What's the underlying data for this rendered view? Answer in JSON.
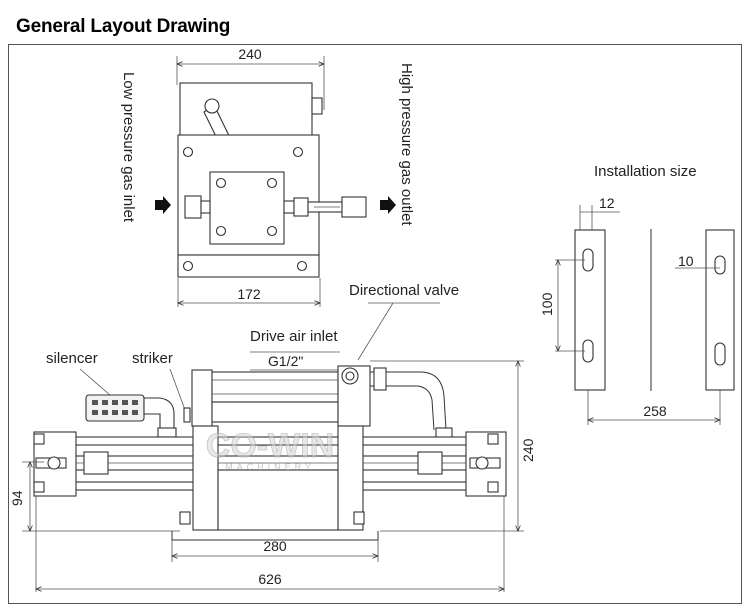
{
  "title": "General Layout Drawing",
  "top_view": {
    "dim_width_top": "240",
    "dim_width_bottom": "172",
    "left_label": "Low pressure gas inlet",
    "right_label": "High pressure gas outlet"
  },
  "installation": {
    "heading": "Installation size",
    "dim_slot_width": "12",
    "dim_slot_depth": "10",
    "dim_height": "100",
    "dim_span": "258"
  },
  "front_view": {
    "directional_valve": "Directional valve",
    "drive_air_inlet": "Drive air inlet",
    "thread_size": "G1/2\"",
    "silencer": "silencer",
    "striker": "striker",
    "dim_height_total": "240",
    "dim_height_center": "94",
    "dim_base_width": "280",
    "dim_total_length": "626"
  },
  "watermark": {
    "brand": "CO-WIN",
    "sub": "MACHINERY"
  }
}
